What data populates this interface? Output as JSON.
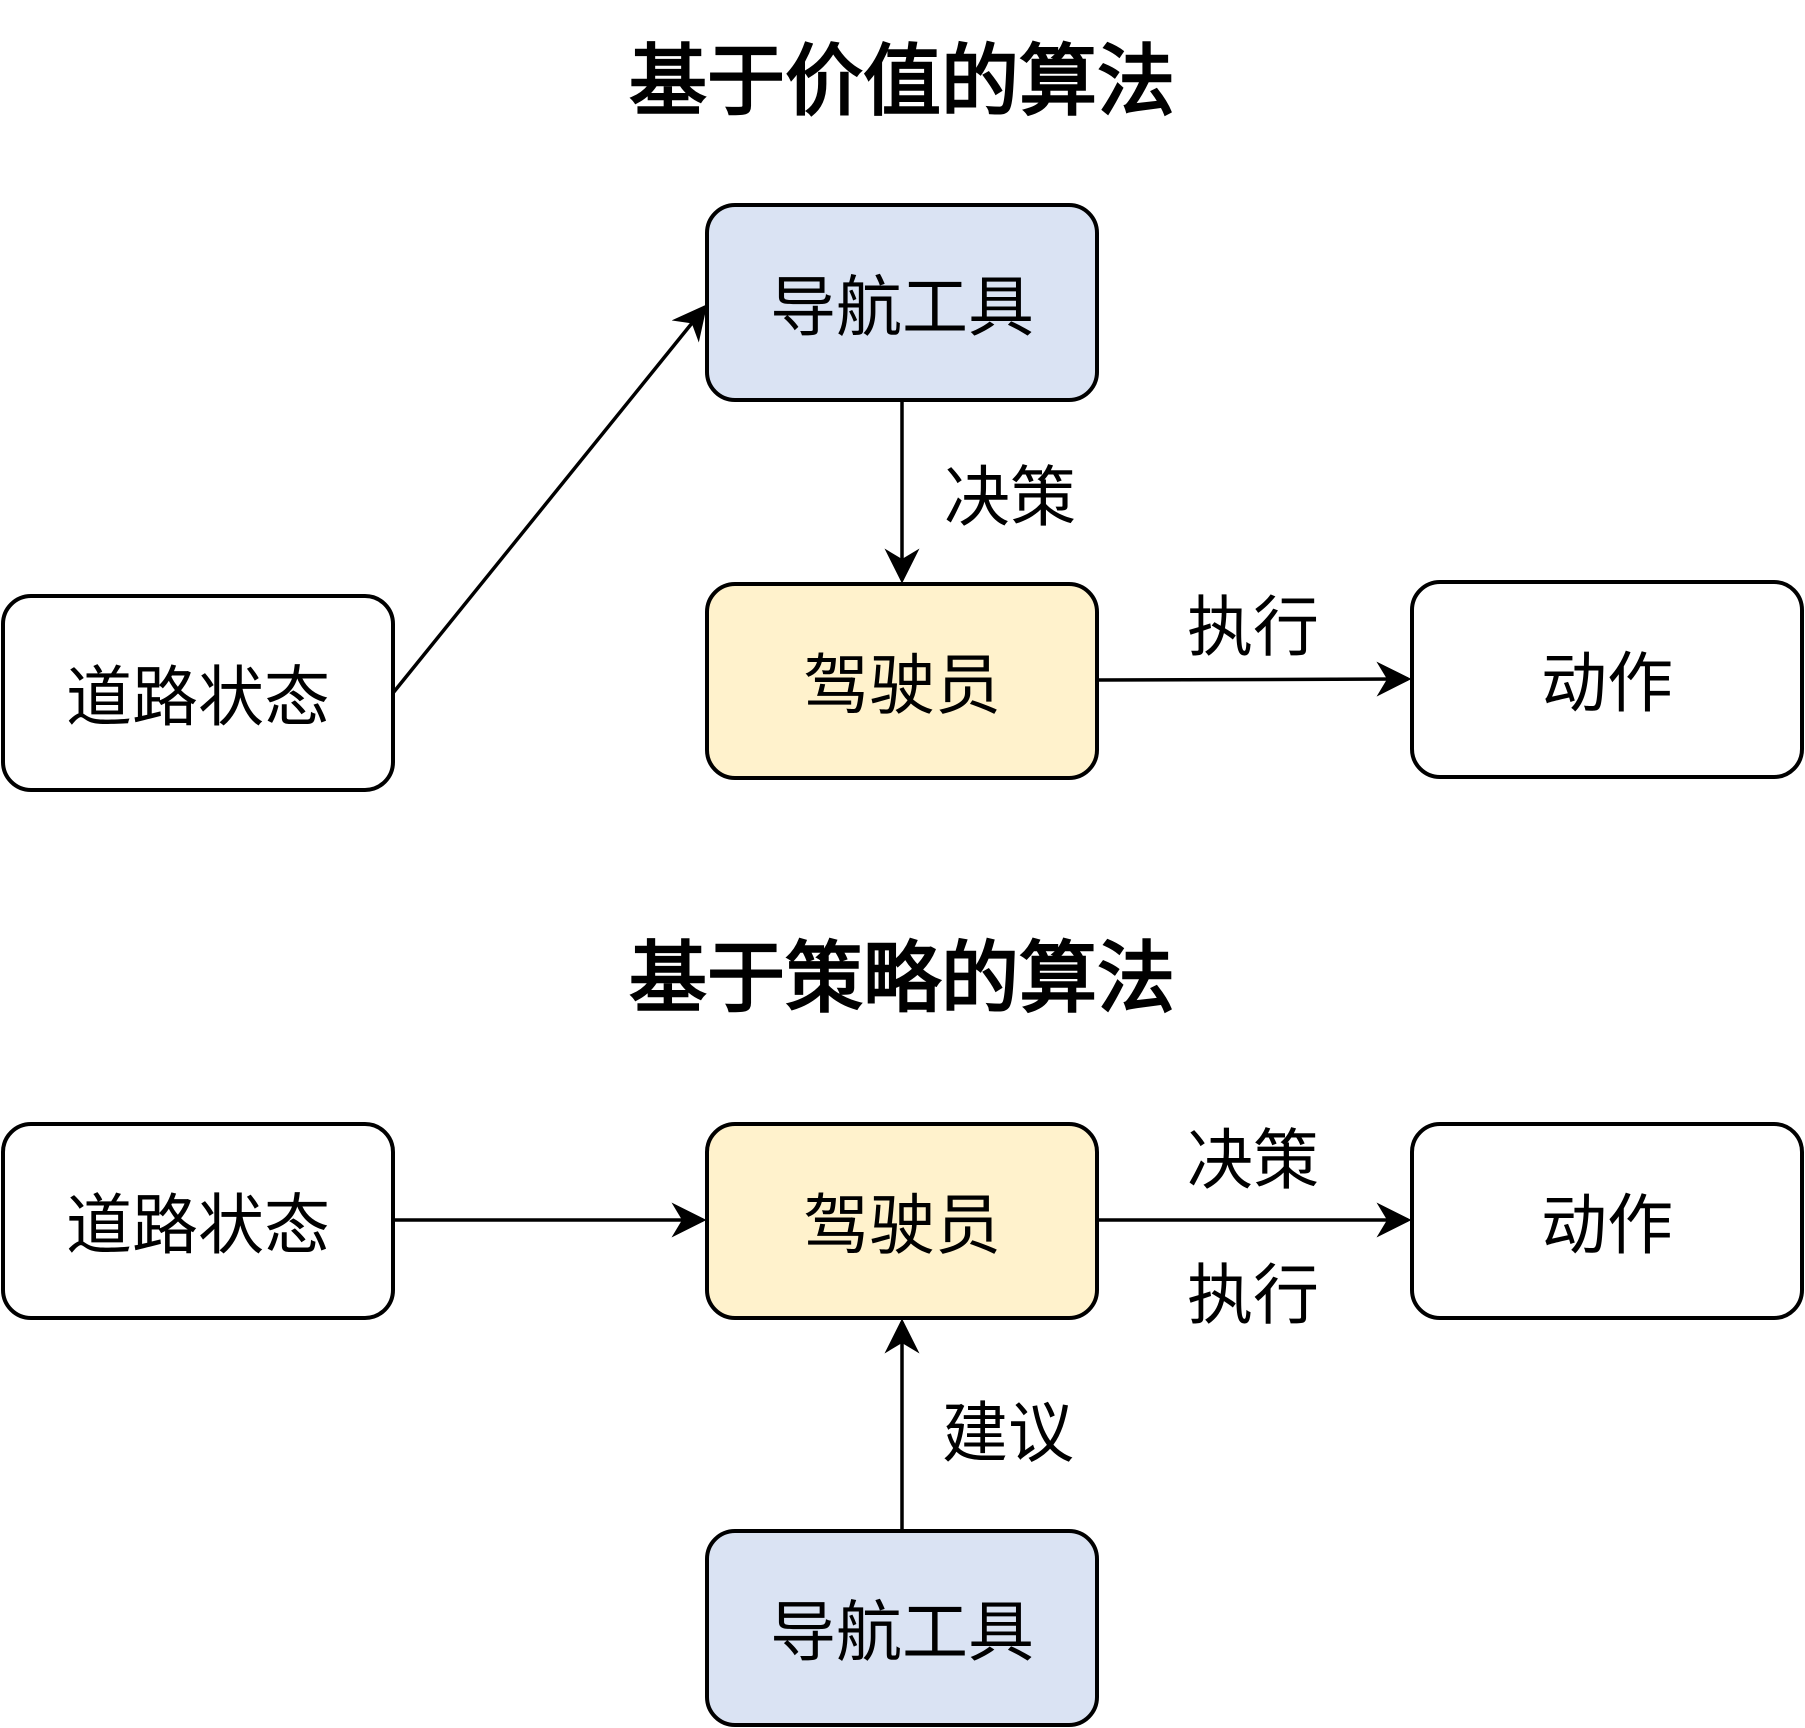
{
  "colors": {
    "navigator_fill": "#dae3f3",
    "driver_fill": "#fff2cc",
    "plain_fill": "#ffffff",
    "stroke": "#000000"
  },
  "value_based": {
    "title": "基于价值的算法",
    "nodes": {
      "navigator": "导航工具",
      "road_state": "道路状态",
      "driver": "驾驶员",
      "action": "动作"
    },
    "edges": {
      "decision": "决策",
      "execute": "执行"
    }
  },
  "policy_based": {
    "title": "基于策略的算法",
    "nodes": {
      "road_state": "道路状态",
      "driver": "驾驶员",
      "action": "动作",
      "navigator": "导航工具"
    },
    "edges": {
      "decision": "决策",
      "execute": "执行",
      "suggest": "建议"
    }
  }
}
